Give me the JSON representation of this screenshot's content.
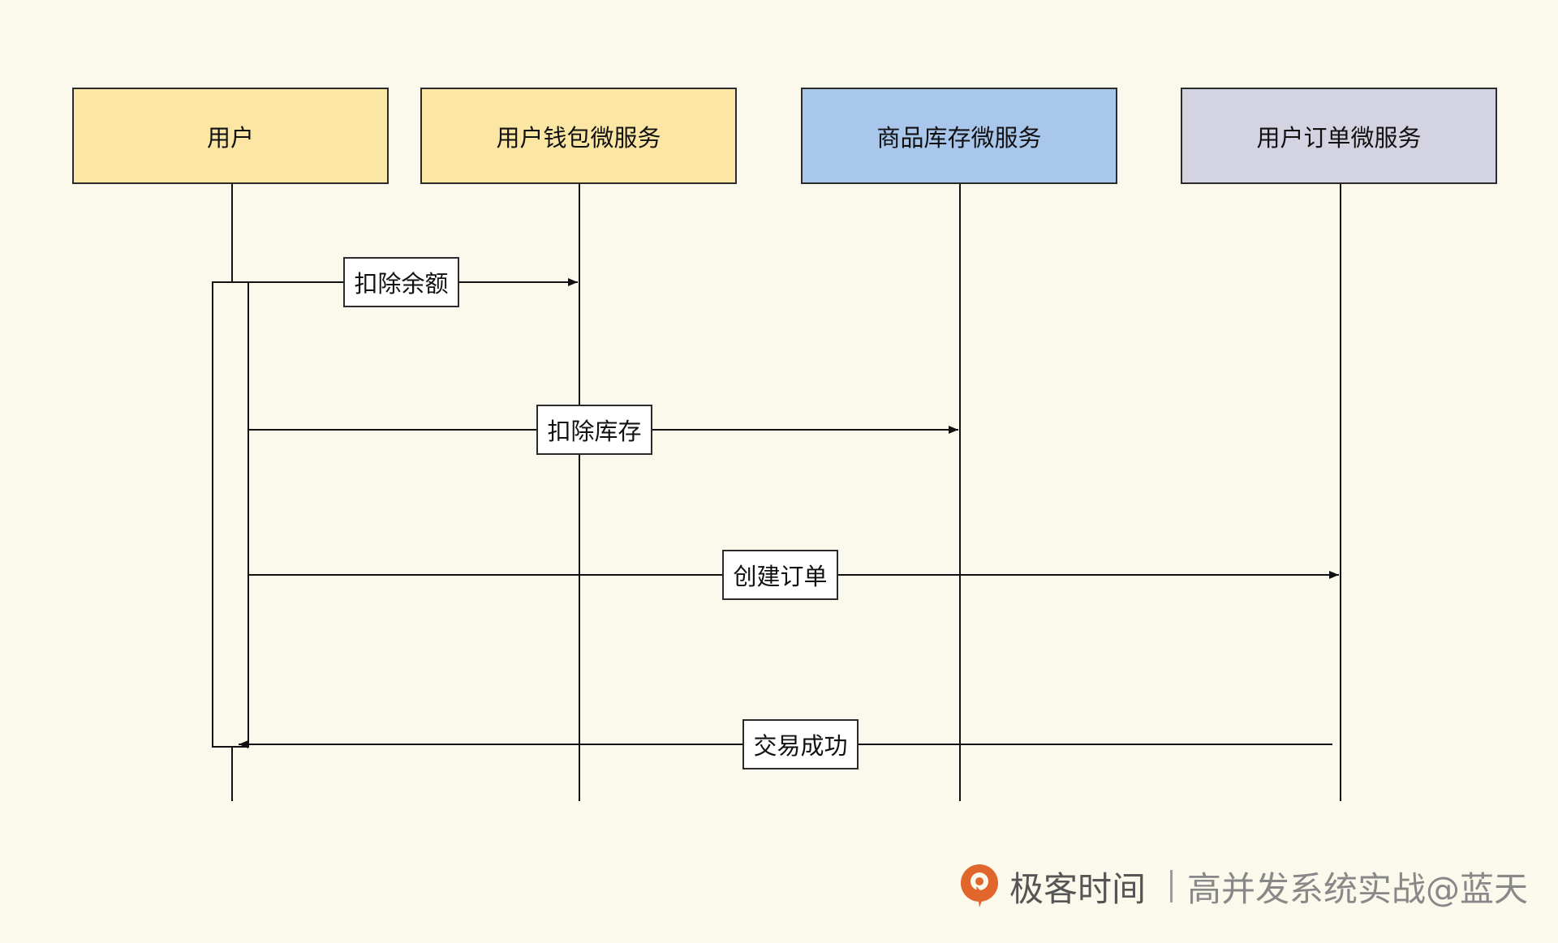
{
  "lanes": [
    {
      "id": "user",
      "label": "用户",
      "fill": "#fbe6a4"
    },
    {
      "id": "wallet",
      "label": "用户钱包微服务",
      "fill": "#fbe6a4"
    },
    {
      "id": "inventory",
      "label": "商品库存微服务",
      "fill": "#a9c6eb"
    },
    {
      "id": "order",
      "label": "用户订单微服务",
      "fill": "#d3d3e1"
    }
  ],
  "messages": [
    {
      "from": "user",
      "to": "wallet",
      "label": "扣除余额"
    },
    {
      "from": "user",
      "to": "inventory",
      "label": "扣除库存"
    },
    {
      "from": "user",
      "to": "order",
      "label": "创建订单"
    },
    {
      "from": "order",
      "to": "user",
      "label": "交易成功"
    }
  ],
  "footer": {
    "brand_logo_icon": "geektime-logo-icon",
    "brand_name": "极客时间",
    "course_credit": "高并发系统实战@蓝天",
    "logo_color": "#e0662b"
  },
  "colors": {
    "background": "#fbf9ec",
    "line": "#111111"
  }
}
